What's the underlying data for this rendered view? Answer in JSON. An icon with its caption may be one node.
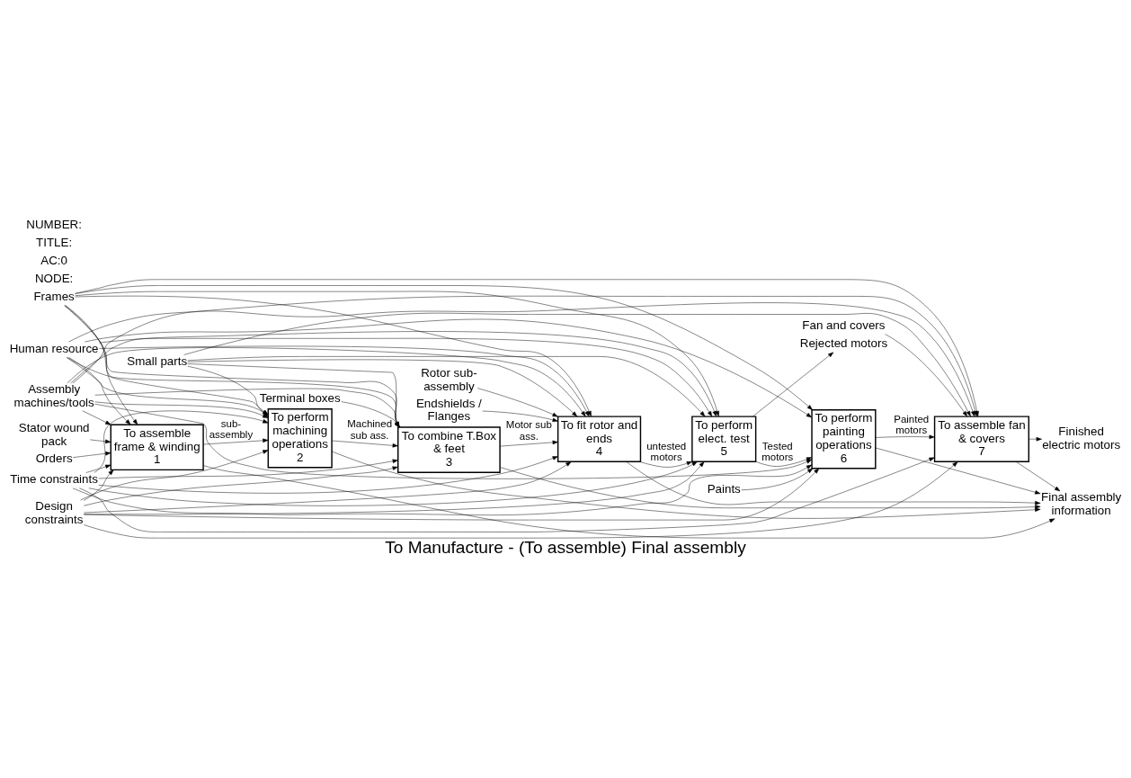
{
  "diagram": {
    "title": "To Manufacture - (To assemble) Final assembly",
    "nodes": [
      {
        "text": [
          "Time constraints"
        ]
      },
      {
        "text": [
          "Design constraints"
        ]
      },
      {
        "text": [
          "Orders"
        ]
      },
      {
        "text": [
          "Stator wound pack"
        ]
      },
      {
        "text": [
          "Frames"
        ]
      },
      {
        "text": [
          "Terminal boxes"
        ]
      },
      {
        "text": [
          "Rotor sub-assembly"
        ]
      },
      {
        "text": [
          "Endshields / Flanges"
        ]
      },
      {
        "text": [
          "Small parts"
        ]
      },
      {
        "text": [
          "Paints"
        ]
      },
      {
        "text": [
          "Fan and covers"
        ]
      },
      {
        "text": [
          "Human resource"
        ]
      },
      {
        "text": [
          "Assembly machines/tools"
        ]
      },
      {
        "text": [
          "To assemble frame & winding",
          "1"
        ]
      },
      {
        "text": [
          "To perform machining operations",
          "2"
        ]
      },
      {
        "text": [
          "To combine T.Box & feet",
          "3"
        ]
      },
      {
        "text": [
          "To fit rotor and ends",
          "4"
        ]
      },
      {
        "text": [
          "To perform elect. test",
          "5"
        ]
      },
      {
        "text": [
          "To perform painting operations",
          "6"
        ]
      },
      {
        "text": [
          "To assemble fan & covers",
          "7"
        ]
      },
      {
        "text": [
          "Final assembly information"
        ]
      },
      {
        "text": [
          "Rejected motors"
        ]
      },
      {
        "text": [
          "Finished electric motors"
        ]
      }
    ],
    "edges": [
      {
        "from": 0,
        "to": 13,
        "arrow": "to"
      },
      {
        "from": 0,
        "to": 14,
        "arrow": "to"
      },
      {
        "from": 0,
        "to": 15,
        "arrow": "to"
      },
      {
        "from": 0,
        "to": 16,
        "arrow": "to"
      },
      {
        "from": 0,
        "to": 17,
        "arrow": "to"
      },
      {
        "from": 0,
        "to": 18,
        "arrow": "to"
      },
      {
        "from": 0,
        "to": 19,
        "arrow": "to"
      },
      {
        "from": 1,
        "to": 13,
        "arrow": "to"
      },
      {
        "from": 1,
        "to": 14,
        "arrow": "to"
      },
      {
        "from": 1,
        "to": 15,
        "arrow": "to"
      },
      {
        "from": 1,
        "to": 16,
        "arrow": "to"
      },
      {
        "from": 1,
        "to": 17,
        "arrow": "to"
      },
      {
        "from": 1,
        "to": 18,
        "arrow": "to"
      },
      {
        "from": 1,
        "to": 19,
        "arrow": "to"
      },
      {
        "from": 2,
        "to": 13,
        "arrow": "to"
      },
      {
        "from": 3,
        "to": 13,
        "arrow": "to"
      },
      {
        "from": 4,
        "to": 13,
        "arrow": "to"
      },
      {
        "from": 4,
        "to": 14,
        "arrow": "to"
      },
      {
        "from": 4,
        "to": 15,
        "arrow": "to"
      },
      {
        "from": 4,
        "to": 16,
        "arrow": "to"
      },
      {
        "from": 4,
        "to": 17,
        "arrow": "to"
      },
      {
        "from": 4,
        "to": 18,
        "arrow": "to"
      },
      {
        "from": 4,
        "to": 19,
        "arrow": "to"
      },
      {
        "from": 5,
        "to": 15,
        "arrow": "to"
      },
      {
        "from": 6,
        "to": 16,
        "arrow": "to"
      },
      {
        "from": 7,
        "to": 16,
        "arrow": "to"
      },
      {
        "from": 8,
        "to": 14,
        "arrow": "to"
      },
      {
        "from": 8,
        "to": 15,
        "arrow": "to"
      },
      {
        "from": 8,
        "to": 16,
        "arrow": "to"
      },
      {
        "from": 8,
        "to": 17,
        "arrow": "to"
      },
      {
        "from": 8,
        "to": 19,
        "arrow": "to"
      },
      {
        "from": 9,
        "to": 18,
        "arrow": "to"
      },
      {
        "from": 10,
        "to": 19,
        "arrow": "to"
      },
      {
        "from": 11,
        "to": 13,
        "arrow": "to"
      },
      {
        "from": 11,
        "to": 14,
        "arrow": "to"
      },
      {
        "from": 11,
        "to": 15,
        "arrow": "to"
      },
      {
        "from": 11,
        "to": 16,
        "arrow": "to"
      },
      {
        "from": 11,
        "to": 17,
        "arrow": "to"
      },
      {
        "from": 11,
        "to": 18,
        "arrow": "to"
      },
      {
        "from": 11,
        "to": 19,
        "arrow": "to"
      },
      {
        "from": 12,
        "to": 13,
        "arrow": "to"
      },
      {
        "from": 12,
        "to": 14,
        "arrow": "to"
      },
      {
        "from": 12,
        "to": 15,
        "arrow": "to"
      },
      {
        "from": 12,
        "to": 16,
        "arrow": "to"
      },
      {
        "from": 12,
        "to": 17,
        "arrow": "to"
      },
      {
        "from": 12,
        "to": 18,
        "arrow": "to"
      },
      {
        "from": 12,
        "to": 19,
        "arrow": "to"
      },
      {
        "from": 13,
        "to": 14,
        "arrow": "to",
        "label": "sub-assembly"
      },
      {
        "from": 13,
        "to": 20,
        "arrow": "to"
      },
      {
        "from": 14,
        "to": 15,
        "arrow": "to",
        "label": "Machined sub ass."
      },
      {
        "from": 14,
        "to": 20,
        "arrow": "to"
      },
      {
        "from": 15,
        "to": 16,
        "arrow": "to",
        "label": "Motor sub ass."
      },
      {
        "from": 15,
        "to": 20,
        "arrow": "to"
      },
      {
        "from": 16,
        "to": 17,
        "arrow": "to",
        "label": "untested motors"
      },
      {
        "from": 16,
        "to": 20,
        "arrow": "to"
      },
      {
        "from": 17,
        "to": 21,
        "arrow": "to"
      },
      {
        "from": 17,
        "to": 18,
        "arrow": "to",
        "label": "Tested motors"
      },
      {
        "from": 18,
        "to": 19,
        "arrow": "to",
        "label": "Painted motors"
      },
      {
        "from": 18,
        "to": 20,
        "arrow": "to"
      },
      {
        "from": 19,
        "to": 22,
        "arrow": "to"
      },
      {
        "from": 19,
        "to": 20,
        "arrow": "to"
      }
    ],
    "labels": [
      "NODE:",
      "AC:0",
      "TITLE:",
      "NUMBER:"
    ]
  }
}
